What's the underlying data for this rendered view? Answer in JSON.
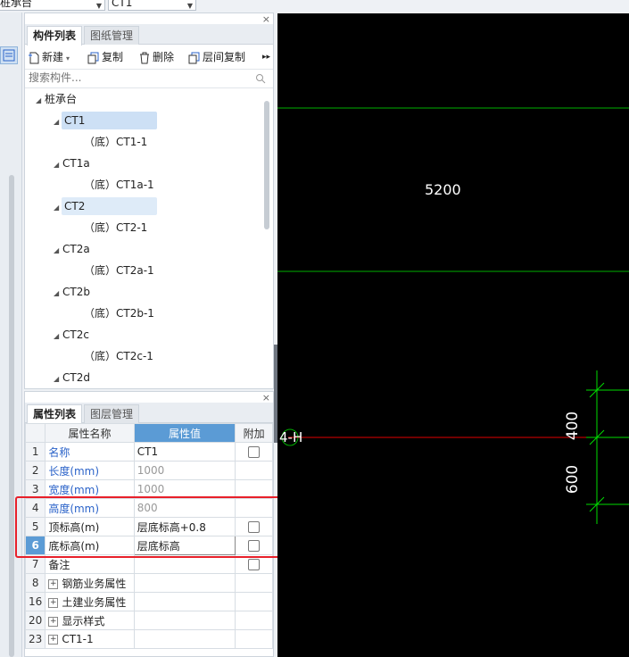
{
  "topbar": {
    "combo1": "桩承台",
    "combo2": "CT1"
  },
  "component_panel": {
    "tabs": [
      "构件列表",
      "图纸管理"
    ],
    "toolbar": {
      "new": "新建",
      "copy": "复制",
      "delete": "删除",
      "floor_copy": "层间复制",
      "more": "▸▸"
    },
    "search_placeholder": "搜索构件...",
    "tree": {
      "root": "桩承台",
      "items": [
        {
          "label": "CT1",
          "child": "（底）CT1-1"
        },
        {
          "label": "CT1a",
          "child": "（底）CT1a-1"
        },
        {
          "label": "CT2",
          "child": "（底）CT2-1"
        },
        {
          "label": "CT2a",
          "child": "（底）CT2a-1"
        },
        {
          "label": "CT2b",
          "child": "（底）CT2b-1"
        },
        {
          "label": "CT2c",
          "child": "（底）CT2c-1"
        },
        {
          "label": "CT2d"
        }
      ]
    }
  },
  "property_panel": {
    "tabs": [
      "属性列表",
      "图层管理"
    ],
    "headers": {
      "name": "属性名称",
      "value": "属性值",
      "extra": "附加"
    },
    "rows": [
      {
        "num": "1",
        "name": "名称",
        "value": "CT1"
      },
      {
        "num": "2",
        "name": "长度(mm)",
        "value": "1000"
      },
      {
        "num": "3",
        "name": "宽度(mm)",
        "value": "1000"
      },
      {
        "num": "4",
        "name": "高度(mm)",
        "value": "800"
      },
      {
        "num": "5",
        "name": "顶标高(m)",
        "value": "层底标高+0.8"
      },
      {
        "num": "6",
        "name": "底标高(m)",
        "value": "层底标高"
      },
      {
        "num": "7",
        "name": "备注",
        "value": ""
      },
      {
        "num": "8",
        "name": "钢筋业务属性",
        "value": ""
      },
      {
        "num": "16",
        "name": "土建业务属性",
        "value": ""
      },
      {
        "num": "20",
        "name": "显示样式",
        "value": ""
      },
      {
        "num": "23",
        "name": "CT1-1",
        "value": ""
      }
    ]
  },
  "canvas": {
    "dim_5200": "5200",
    "axis_label": "4-H",
    "dim_400": "400",
    "dim_600": "600",
    "colors": {
      "grid_green": "#00b000",
      "axis_red": "#e00000",
      "dim_green": "#00dd00",
      "highlight_red": "#e8202a"
    }
  }
}
